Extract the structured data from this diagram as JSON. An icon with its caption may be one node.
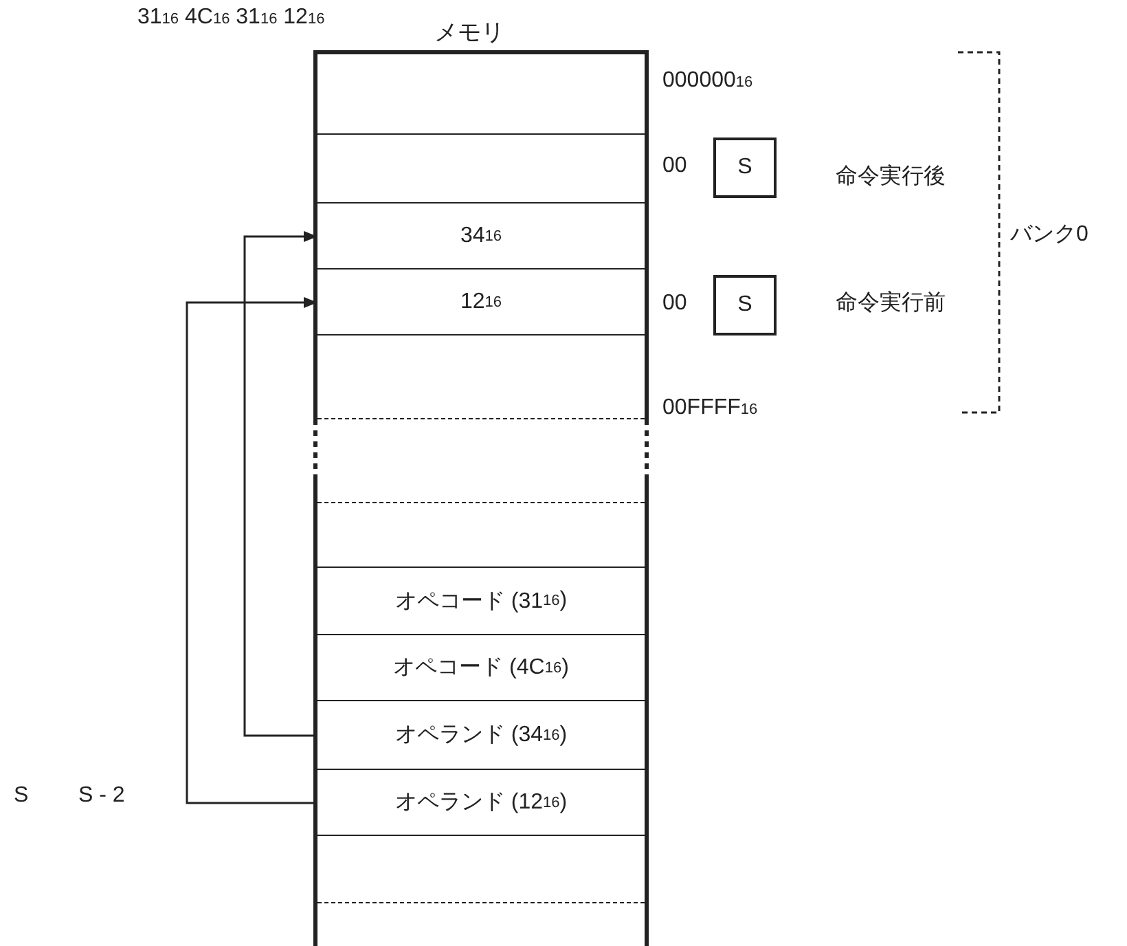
{
  "diagram": {
    "nodes": [
      {
        "text": [
          "メモリ"
        ]
      },
      {
        "text": [],
        "shape": "box",
        "in": 0
      },
      {
        "text": [],
        "shape": "box",
        "in": 0
      },
      {
        "text": [
          "34$_{16}$"
        ],
        "in": 0
      },
      {
        "text": [
          "12$_{16}$"
        ],
        "in": 0
      },
      {
        "text": [],
        "shape": "box",
        "in": 0
      },
      {
        "text": [],
        "shape": "box",
        "in": 0
      },
      {
        "text": [
          "オペコード (31$_{16}$)"
        ],
        "in": 0
      },
      {
        "text": [
          "オペコード (4C$_{16}$)"
        ],
        "in": 0
      },
      {
        "text": [
          "オペランド (34$_{16}$)"
        ],
        "in": 0
      },
      {
        "text": [
          "オペランド (12$_{16}$)"
        ],
        "in": 0
      },
      {
        "text": [],
        "shape": "box",
        "in": 0
      },
      {
        "text": [
          "S"
        ],
        "beside": [
          "00"
        ]
      },
      {
        "text": [
          "S"
        ],
        "beside": [
          "00"
        ]
      }
    ],
    "edges": [
      {
        "from": 9,
        "to": 3,
        "arrow": "to"
      },
      {
        "from": 10,
        "to": 4,
        "arrow": "to"
      }
    ],
    "labels": [
      "31$_{16}$ 4C$_{16}$ 31$_{16}$ 12$_{16}$",
      "000000$_{16}$",
      "命令実行後",
      "バンク0",
      "命令実行前",
      "00FFFF$_{16}$",
      "S",
      "S - 2"
    ]
  }
}
